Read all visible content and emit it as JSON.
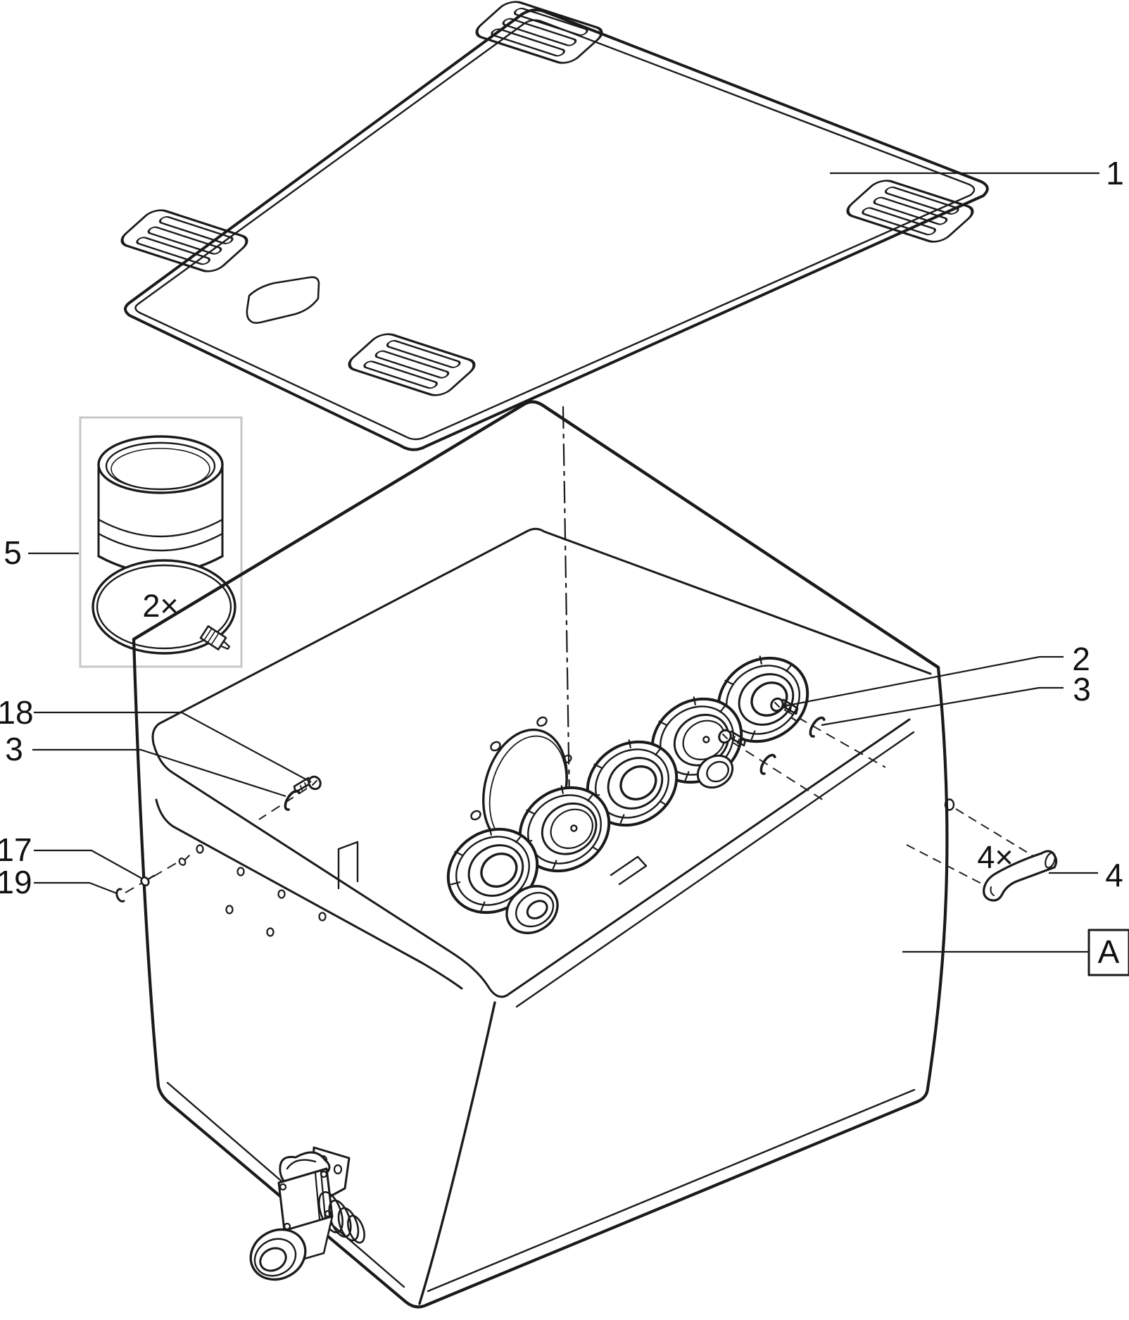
{
  "page": {
    "background": "#ffffff",
    "line_color": "#1a1a1a",
    "inset_border_color": "#c5c9c5"
  },
  "callouts": {
    "lid": "1",
    "screw_right": "2",
    "washer_right": "3",
    "handle": "4",
    "spares_kit": "5",
    "pin": "17",
    "screw_left": "18",
    "clip": "19",
    "detail_marker": "A",
    "clamp_quantity": "2×",
    "handle_quantity": "4×"
  }
}
